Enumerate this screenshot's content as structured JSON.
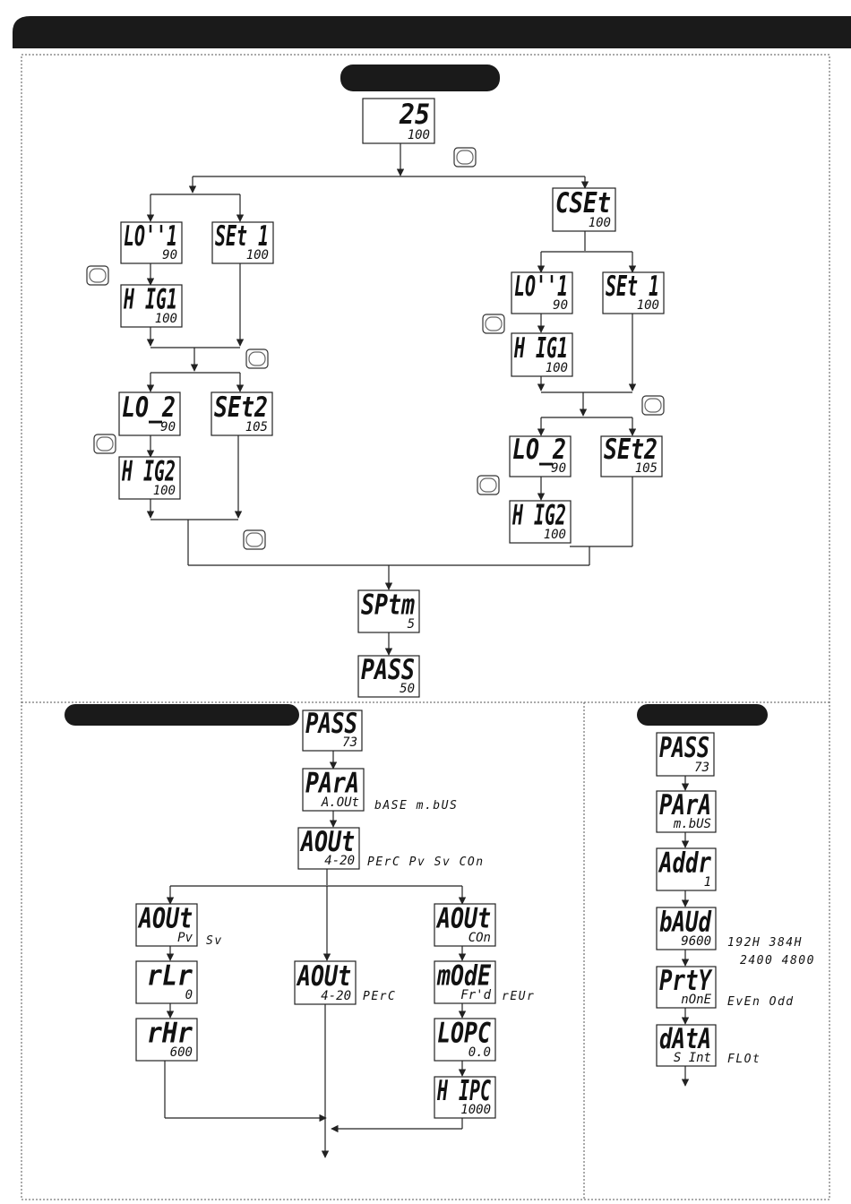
{
  "displays": [
    {
      "id": "home",
      "top": "25",
      "bottom": "100"
    },
    {
      "id": "lo1-a",
      "top": "LO''1",
      "bottom": "90"
    },
    {
      "id": "set1-a",
      "top": "SEt 1",
      "bottom": "100"
    },
    {
      "id": "hi1-a",
      "top": "H IG1",
      "bottom": "100"
    },
    {
      "id": "lo2-a",
      "top": "LO_2",
      "bottom": "90"
    },
    {
      "id": "set2-a",
      "top": "SEt2",
      "bottom": "105"
    },
    {
      "id": "hi2-a",
      "top": "H IG2",
      "bottom": "100"
    },
    {
      "id": "cset",
      "top": "CSEt",
      "bottom": "100"
    },
    {
      "id": "lo1-b",
      "top": "LO''1",
      "bottom": "90"
    },
    {
      "id": "set1-b",
      "top": "SEt 1",
      "bottom": "100"
    },
    {
      "id": "hi1-b",
      "top": "H IG1",
      "bottom": "100"
    },
    {
      "id": "lo2-b",
      "top": "LO_2",
      "bottom": "90"
    },
    {
      "id": "set2-b",
      "top": "SEt2",
      "bottom": "105"
    },
    {
      "id": "hi2-b",
      "top": "H IG2",
      "bottom": "100"
    },
    {
      "id": "sptm",
      "top": "SPtm",
      "bottom": "5"
    },
    {
      "id": "pass-50",
      "top": "PASS",
      "bottom": "50"
    },
    {
      "id": "pass-73-a",
      "top": "PASS",
      "bottom": "73"
    },
    {
      "id": "para-a",
      "top": "PArA",
      "bottom": "A.OUt"
    },
    {
      "id": "aout-a",
      "top": "AOUt",
      "bottom": "4-20"
    },
    {
      "id": "aout-pv",
      "top": "AOUt",
      "bottom": "Pv"
    },
    {
      "id": "rlr",
      "top": "rLr",
      "bottom": "0"
    },
    {
      "id": "rhr",
      "top": "rHr",
      "bottom": "600"
    },
    {
      "id": "aout-420",
      "top": "AOUt",
      "bottom": "4-20"
    },
    {
      "id": "aout-con",
      "top": "AOUt",
      "bottom": "COn"
    },
    {
      "id": "mode",
      "top": "mOdE",
      "bottom": "Fr'd"
    },
    {
      "id": "lopc",
      "top": "LOPC",
      "bottom": "0.0"
    },
    {
      "id": "hipc",
      "top": "H IPC",
      "bottom": "1000"
    },
    {
      "id": "pass-73-b",
      "top": "PASS",
      "bottom": "73"
    },
    {
      "id": "para-b",
      "top": "PArA",
      "bottom": "m.bUS"
    },
    {
      "id": "addr",
      "top": "Addr",
      "bottom": "1"
    },
    {
      "id": "baud",
      "top": "bAUd",
      "bottom": "9600"
    },
    {
      "id": "prty",
      "top": "PrtY",
      "bottom": "nOnE"
    },
    {
      "id": "data",
      "top": "dAtA",
      "bottom": "S Int"
    }
  ],
  "options": [
    {
      "id": "para-opts",
      "text": "bASE  m.bUS"
    },
    {
      "id": "aout-opts",
      "text": "PErC Pv Sv COn"
    },
    {
      "id": "pv-opts",
      "text": "Sv"
    },
    {
      "id": "perc-opts",
      "text": "PErC"
    },
    {
      "id": "mode-opts",
      "text": "rEUr"
    },
    {
      "id": "baud-opts-1",
      "text": "192H  384H"
    },
    {
      "id": "baud-opts-2",
      "text": "2400  4800"
    },
    {
      "id": "prty-opts",
      "text": "EvEn  Odd"
    },
    {
      "id": "data-opts",
      "text": "FLOt"
    }
  ]
}
